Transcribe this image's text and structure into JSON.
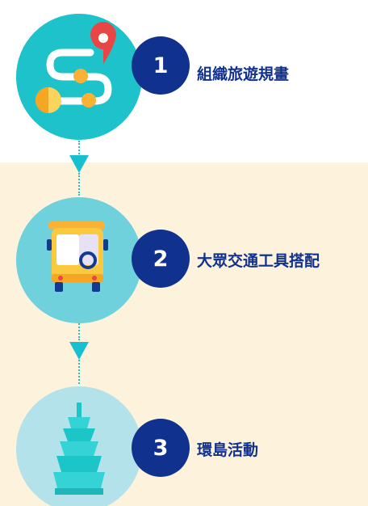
{
  "steps": [
    {
      "number": "1",
      "title": "組織旅遊規畫",
      "icon": "route-map-icon"
    },
    {
      "number": "2",
      "title": "大眾交通工具搭配",
      "icon": "bus-icon"
    },
    {
      "number": "3",
      "title": "環島活動",
      "icon": "taipei-101-tower-icon"
    }
  ],
  "colors": {
    "badge": "#10318d",
    "title": "#10318d",
    "connector": "#18c0cf",
    "panel": "#fdf3dc",
    "circle1": "#1dc2cb",
    "circle2": "#6fd1dc",
    "circle3": "#b3e2ea"
  }
}
